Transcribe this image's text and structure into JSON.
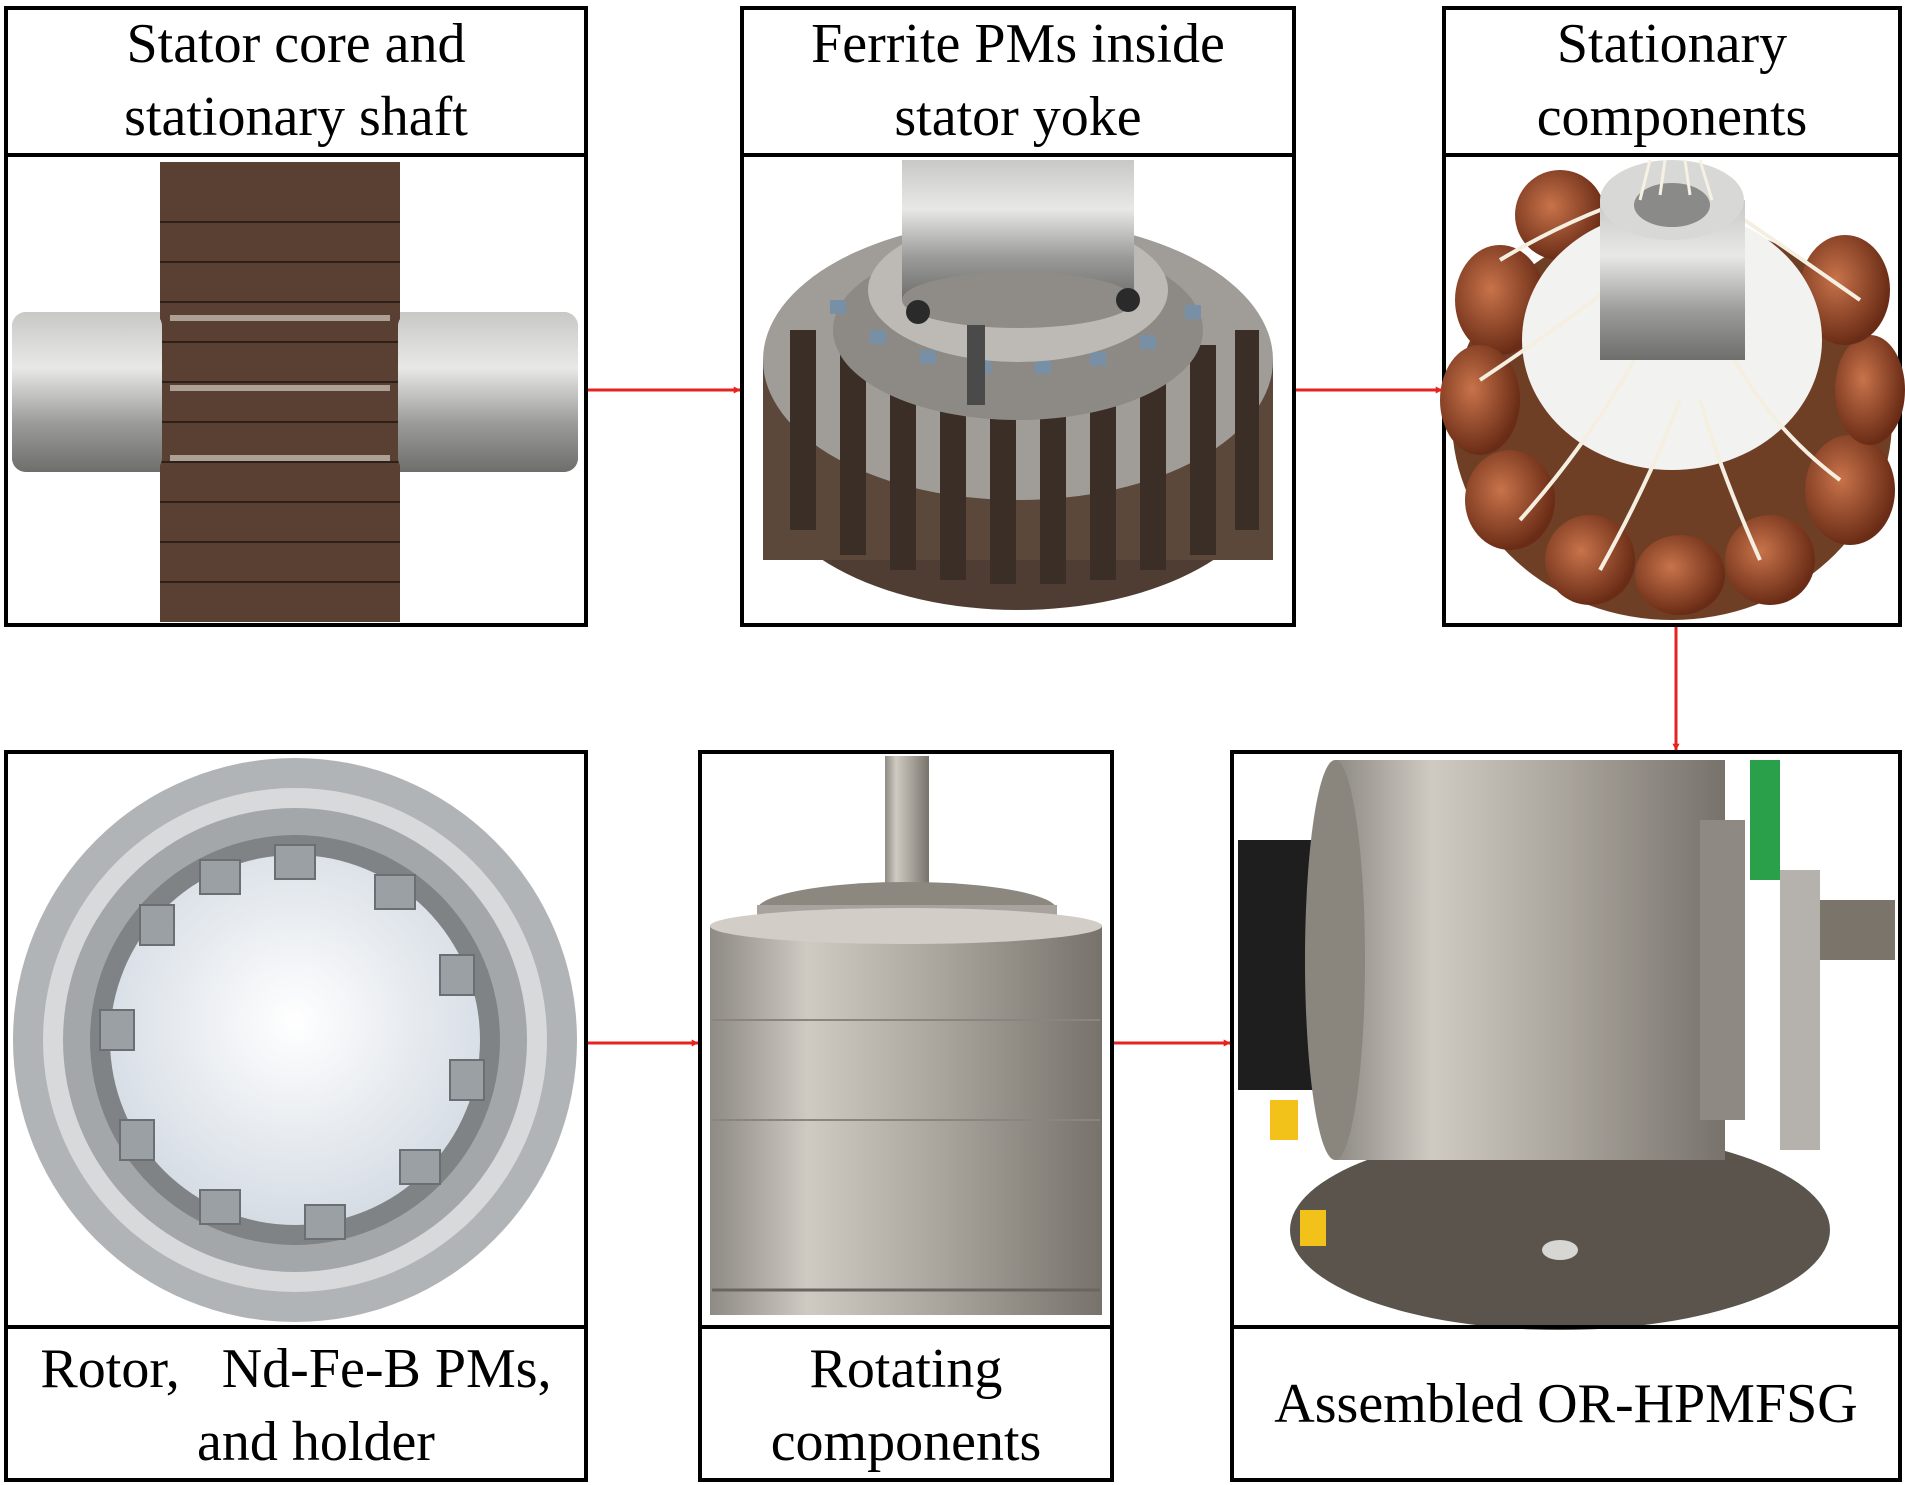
{
  "panels": [
    {
      "id": "stator-core",
      "caption": [
        "Stator core and",
        "stationary shaft"
      ],
      "photo_icon": "stator-core-shaft-photo"
    },
    {
      "id": "ferrite-pms",
      "caption": [
        "Ferrite PMs inside",
        "stator yoke"
      ],
      "photo_icon": "ferrite-pm-stator-photo"
    },
    {
      "id": "stationary",
      "caption": [
        "Stationary",
        "components"
      ],
      "photo_icon": "wound-stator-photo"
    },
    {
      "id": "rotor",
      "caption": [
        "Rotor,   Nd-Fe-B PMs,",
        "and holder"
      ],
      "photo_icon": "rotor-ring-photo"
    },
    {
      "id": "rotating",
      "caption": [
        "Rotating",
        "components"
      ],
      "photo_icon": "rotor-drum-photo"
    },
    {
      "id": "assembled",
      "caption": [
        "Assembled OR-HPMFSG"
      ],
      "photo_icon": "assembled-generator-photo"
    }
  ],
  "arrows": [
    {
      "from": "stator-core",
      "to": "ferrite-pms"
    },
    {
      "from": "ferrite-pms",
      "to": "stationary"
    },
    {
      "from": "stationary",
      "to": "assembled"
    },
    {
      "from": "rotor",
      "to": "rotating"
    },
    {
      "from": "rotating",
      "to": "assembled"
    }
  ],
  "colors": {
    "arrow": "#e5231f",
    "border": "#000000",
    "steel": "#9a9a98",
    "laminate": "#5a4032",
    "copper": "#9a4a2a"
  }
}
